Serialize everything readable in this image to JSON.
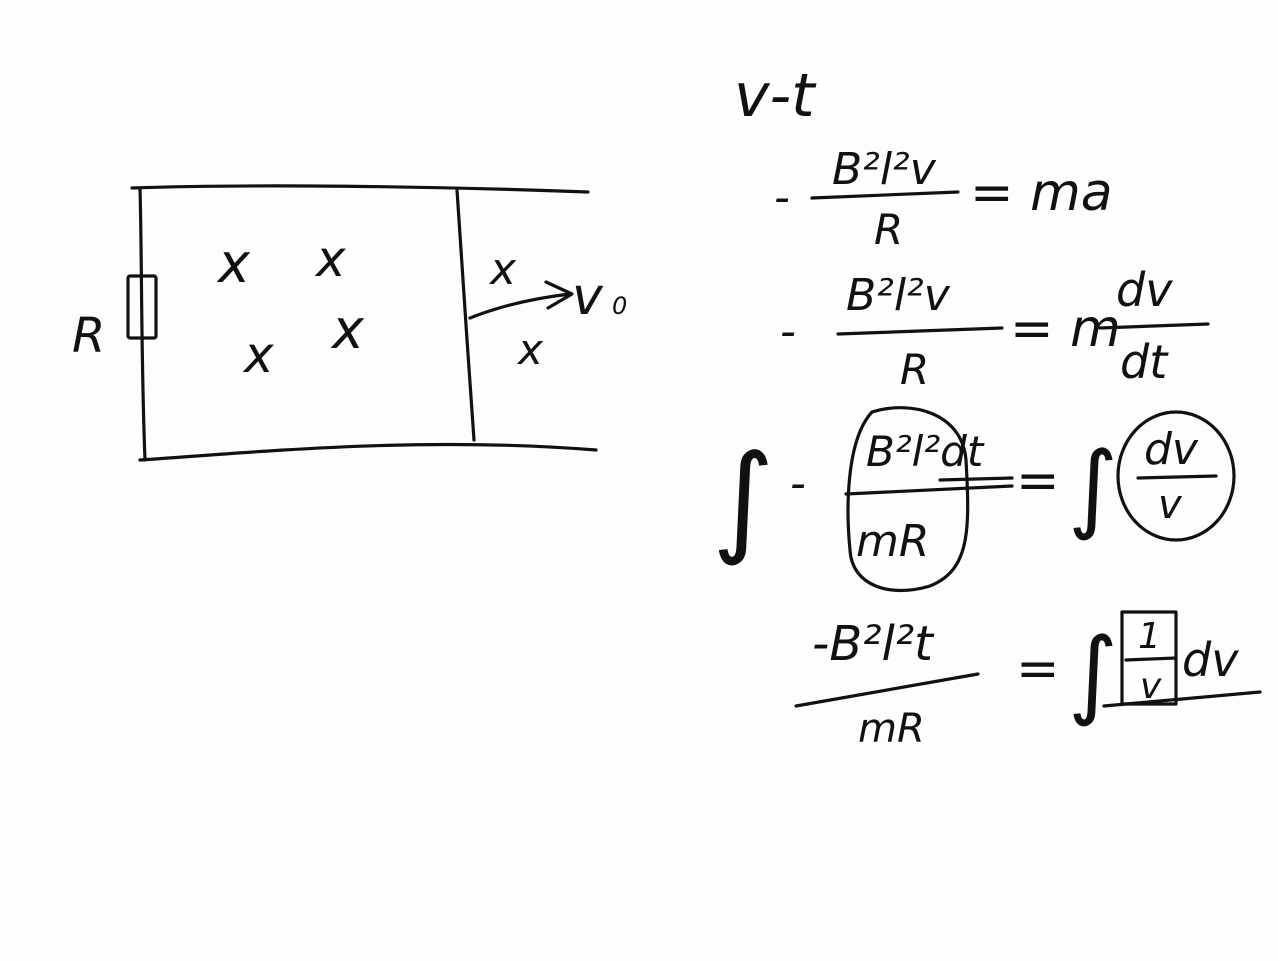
{
  "circuit": {
    "resistor_label": "R",
    "field_marks": [
      "x",
      "x",
      "x",
      "x",
      "x",
      "x"
    ],
    "velocity_label": "v",
    "velocity_subscript": "0"
  },
  "derivation": {
    "heading": "v-t",
    "eq1": {
      "minus": "-",
      "num": "B²l²v",
      "den": "R",
      "rhs": "= ma"
    },
    "eq2": {
      "minus": "-",
      "num": "B²l²v",
      "den": "R",
      "rhs_m": "= m",
      "rhs_num": "dv",
      "rhs_den": "dt"
    },
    "eq3": {
      "integral": "∫",
      "minus": "-",
      "num": "B²l²dt",
      "den": "mR",
      "equals": "=",
      "rhs_integral": "∫",
      "rhs_num": "dv",
      "rhs_den": "v"
    },
    "eq4": {
      "num": "-B²l²t",
      "den": "mR",
      "equals": "=",
      "rhs_integral": "∫",
      "rhs_num": "1",
      "rhs_den": "v",
      "rhs_tail": "dv"
    }
  }
}
